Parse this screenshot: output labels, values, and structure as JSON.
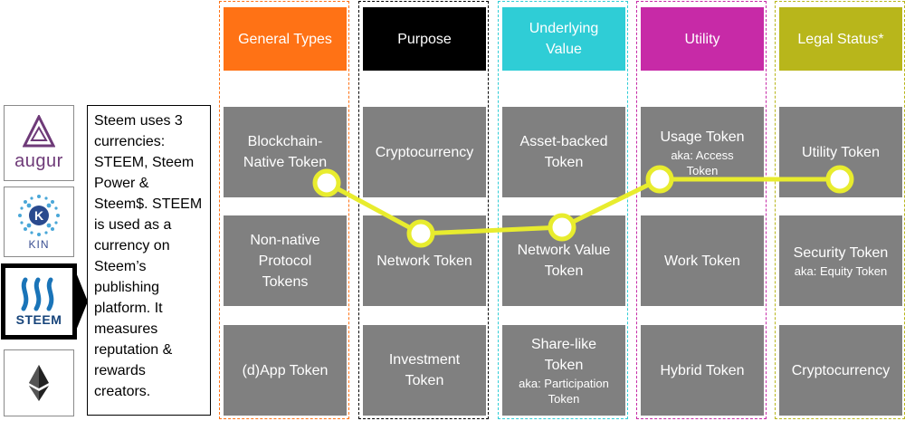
{
  "logos": {
    "augur_text": "augur",
    "kin_text": "KIN",
    "steem_text": "STEEM"
  },
  "callout": {
    "text": "Steem uses 3 currencies: STEEM, Steem Power & Steem$. STEEM is used as a currency on Steem’s publishing platform. It measures reputation & rewards creators."
  },
  "columns": [
    {
      "header": "General Types",
      "color": "#ff7215",
      "cells": [
        {
          "label": "Blockchain-Native Token",
          "sub": ""
        },
        {
          "label": "Non-native Protocol Tokens",
          "sub": ""
        },
        {
          "label": "(d)App Token",
          "sub": ""
        }
      ]
    },
    {
      "header": "Purpose",
      "color": "#000000",
      "cells": [
        {
          "label": "Cryptocurrency",
          "sub": ""
        },
        {
          "label": "Network Token",
          "sub": ""
        },
        {
          "label": "Investment Token",
          "sub": ""
        }
      ]
    },
    {
      "header": "Underlying Value",
      "color": "#2fcdd6",
      "cells": [
        {
          "label": "Asset-backed Token",
          "sub": ""
        },
        {
          "label": "Network Value Token",
          "sub": ""
        },
        {
          "label": "Share-like Token",
          "sub": "aka: Participation Token"
        }
      ]
    },
    {
      "header": "Utility",
      "color": "#c72aa7",
      "cells": [
        {
          "label": "Usage Token",
          "sub": "aka: Access Token"
        },
        {
          "label": "Work Token",
          "sub": ""
        },
        {
          "label": "Hybrid Token",
          "sub": ""
        }
      ]
    },
    {
      "header": "Legal Status*",
      "color": "#b8b61b",
      "cells": [
        {
          "label": "Utility Token",
          "sub": ""
        },
        {
          "label": "Security Token",
          "sub": "aka: Equity Token"
        },
        {
          "label": "Cryptocurrency",
          "sub": ""
        }
      ]
    }
  ],
  "path_color": "#e8ec2e"
}
